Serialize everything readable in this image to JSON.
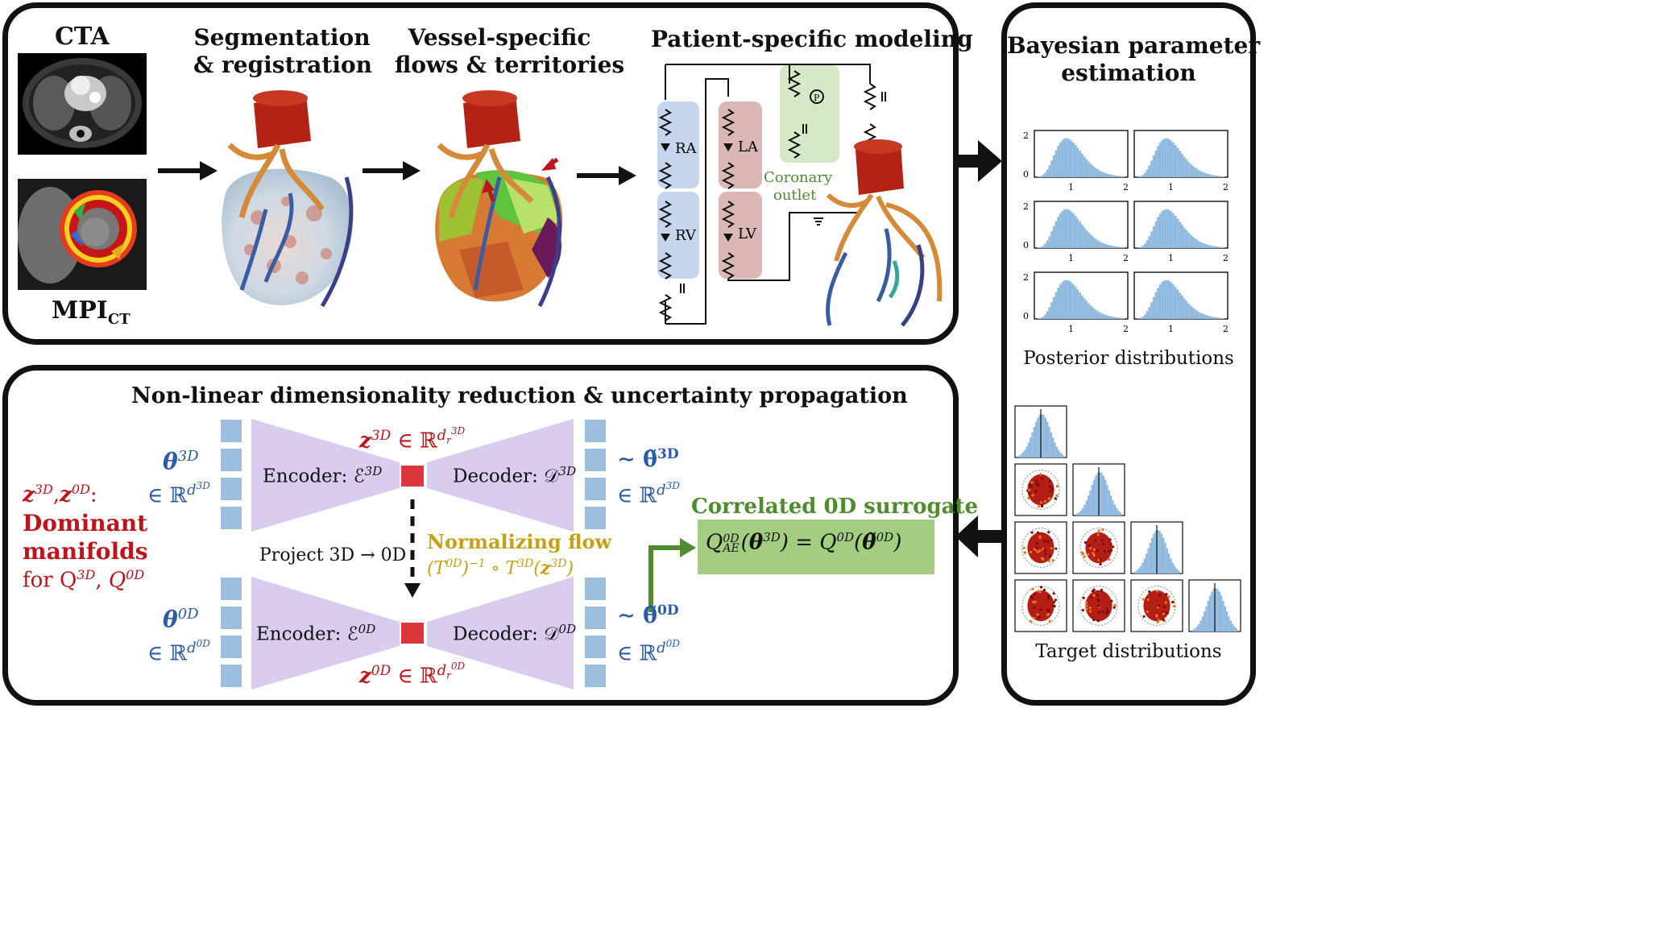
{
  "colors": {
    "red": "#c0141c",
    "blue": "#2a5aa8",
    "gold": "#c8a014",
    "green": "#4e8c2e",
    "lilac": "#d9ccef",
    "square": "#9dbfdf",
    "surrogate_bg": "#a3cd80",
    "latent": "#d9363e"
  },
  "top": {
    "cta": "CTA",
    "mpi": "MPI",
    "mpi_sub": "CT",
    "seg_line1": "Segmentation",
    "seg_line2": "& registration",
    "ves_line1": "Vessel-specific",
    "ves_line2": "flows & territories",
    "psm": "Patient-specific modeling",
    "circuit": {
      "ra": "RA",
      "rv": "RV",
      "la": "LA",
      "lv": "LV",
      "p": "P",
      "coronary1": "Coronary",
      "coronary2": "outlet"
    }
  },
  "right": {
    "title1": "Bayesian parameter",
    "title2": "estimation",
    "posterior_label": "Posterior distributions",
    "target_label": "Target distributions",
    "ytick_top": "2",
    "ytick_bottom": "0",
    "xticks": [
      "1",
      "2"
    ]
  },
  "bottom": {
    "title": "Non-linear dimensionality reduction & uncertainty propagation",
    "theta3d": "θ",
    "theta3d_sup": "3D",
    "in_r_d3d_left": "∈ ℝ",
    "d3d": "d",
    "d3d_sup": "3D",
    "z3d": "z",
    "z3d_sup": "3D",
    "z3d_in": "∈ ℝ",
    "z3d_dr": "d",
    "z3d_dr_sub": "r",
    "z3d_dr_sup": "3D",
    "encoder3d": "Encoder: ℰ",
    "encoder3d_sup": "3D",
    "decoder3d": "Decoder: 𝒟",
    "decoder3d_sup": "3D",
    "tilde3d": "∼ θ̃",
    "tilde3d_sup": "3D",
    "in_r_right3d": "∈ ℝ",
    "left_z": "z",
    "left_z3d": "3D",
    "left_z0d": "0D",
    "left_colon": ":",
    "dominant1": "Dominant",
    "dominant2": "manifolds",
    "for_q": "for Q",
    "for_q3d": "3D",
    "for_q0d": "0D",
    "project": "Project 3D → 0D",
    "nf": "Normalizing flow",
    "nf_formula": "(T",
    "theta0d": "θ",
    "theta0d_sup": "0D",
    "in_r_d0d_left": "∈ ℝ",
    "d0d_sup": "0D",
    "encoder0d": "Encoder: ℰ",
    "encoder0d_sup": "0D",
    "decoder0d": "Decoder: 𝒟",
    "decoder0d_sup": "0D",
    "tilde0d": "∼ θ̃",
    "tilde0d_sup": "0D",
    "z0d": "z",
    "z0d_sup": "0D",
    "z0d_in": "∈ ℝ",
    "z0d_dr_sup": "0D",
    "surrogate_title": "Correlated 0D surrogate",
    "surrogate_eq_lhs": "Q",
    "surrogate_eq_rhs": "Q"
  }
}
